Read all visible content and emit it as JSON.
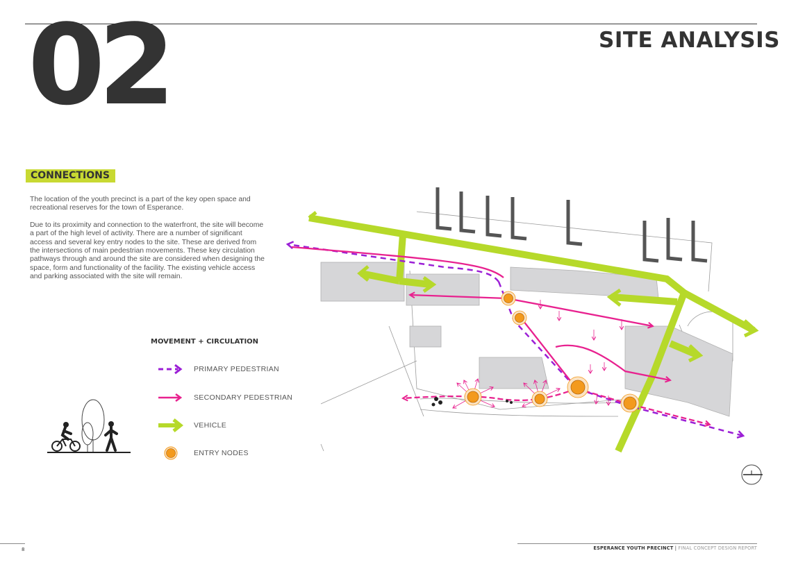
{
  "header": {
    "chapter_number": "02",
    "page_title": "SITE ANALYSIS"
  },
  "section": {
    "label": "CONNECTIONS",
    "paragraphs": [
      "The location of the youth precinct is a part of the key open space and recreational reserves for the town of Esperance.",
      "Due to its proximity and connection to the waterfront, the site will become a part of the high level of activity.  There are a number of significant access and several key entry nodes to the site. These are derived from the intersections of main pedestrian movements. These key circulation pathways through and around the site are considered when designing the space, form and functionality of the facility.  The existing vehicle access and parking associated with the site will remain."
    ]
  },
  "legend": {
    "title": "MOVEMENT + CIRCULATION",
    "items": [
      {
        "key": "primary",
        "label": "PRIMARY PEDESTRIAN"
      },
      {
        "key": "secondary",
        "label": "SECONDARY PEDESTRIAN"
      },
      {
        "key": "vehicle",
        "label": "VEHICLE"
      },
      {
        "key": "entry",
        "label": "ENTRY NODES"
      }
    ]
  },
  "colors": {
    "primary_pedestrian": "#9b1fd6",
    "secondary_pedestrian": "#e8218f",
    "vehicle": "#b6d92a",
    "entry_node": "#f39a1d",
    "section_highlight": "#c8d932",
    "building": "#d6d6d8"
  },
  "footer": {
    "page_number": "8",
    "project": "ESPERANCE YOUTH PRECINCT",
    "separator": " | ",
    "report": "FINAL CONCEPT DESIGN REPORT"
  }
}
